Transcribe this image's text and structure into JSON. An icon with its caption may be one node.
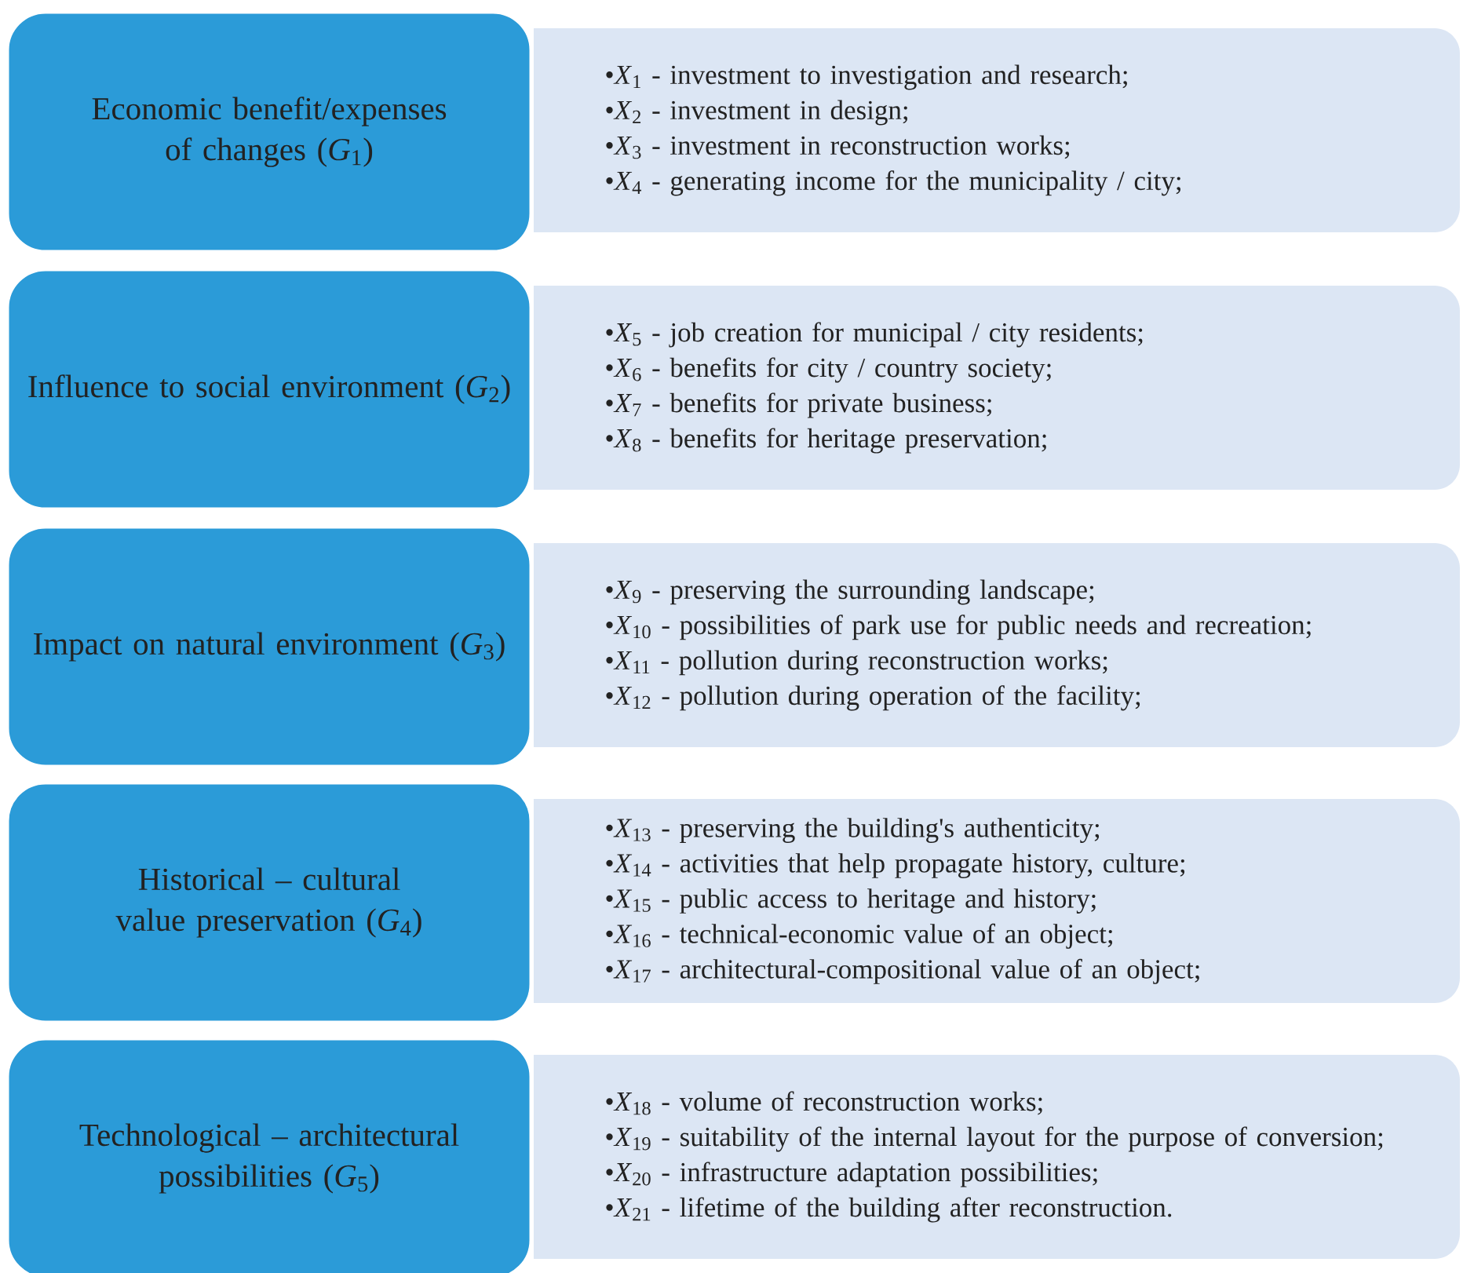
{
  "diagram": {
    "nodes": [
      {
        "text": [
          "Economic benefit/expenses of changes (*G*$_{1}$)"
        ]
      },
      {
        "text": [
          "•*X*$_{1}$ - investment to investigation and research;",
          "•*X*$_{2}$ - investment in design;",
          "•*X*$_{3}$ - investment in reconstruction works;",
          "•*X*$_{4}$ - generating income for the municipality / city;"
        ]
      },
      {
        "text": [
          "Influence to social environment (*G*$_{2}$)"
        ]
      },
      {
        "text": [
          "•*X*$_{5}$ - job creation for municipal / city residents;",
          "•*X*$_{6}$ - benefits for city / country society;",
          "•*X*$_{7}$ - benefits for private business;",
          "•*X*$_{8}$ - benefits for heritage preservation;"
        ]
      },
      {
        "text": [
          "Impact on natural environment (*G*$_{3}$)"
        ]
      },
      {
        "text": [
          "•*X*$_{9}$ - preserving the surrounding landscape;",
          "•*X*$_{10}$ - possibilities of park use for public needs and recreation;",
          "•*X*$_{11}$ - pollution during reconstruction works;",
          "•*X*$_{12}$ - pollution during operation of the facility;"
        ]
      },
      {
        "text": [
          "Historical – cultural value preservation (*G*$_{4}$)"
        ]
      },
      {
        "text": [
          "•*X*$_{13}$ - preserving the building's authenticity;",
          "•*X*$_{14}$ - activities that help propagate history, culture;",
          "•*X*$_{15}$ - public access to heritage and history;",
          "•*X*$_{16}$ - technical-economic value of an object;",
          "•*X*$_{17}$ - architectural-compositional value of an object;"
        ]
      },
      {
        "text": [
          "Technological – architectural possibilities (*G*$_{5}$)"
        ]
      },
      {
        "text": [
          "•*X*$_{18}$ - volume of reconstruction works;",
          "•*X*$_{19}$ - suitability of the internal layout for the purpose of conversion;",
          "•*X*$_{20}$ - infrastructure adaptation possibilities;",
          "•*X*$_{21}$ - lifetime of the building after reconstruction."
        ]
      }
    ]
  }
}
